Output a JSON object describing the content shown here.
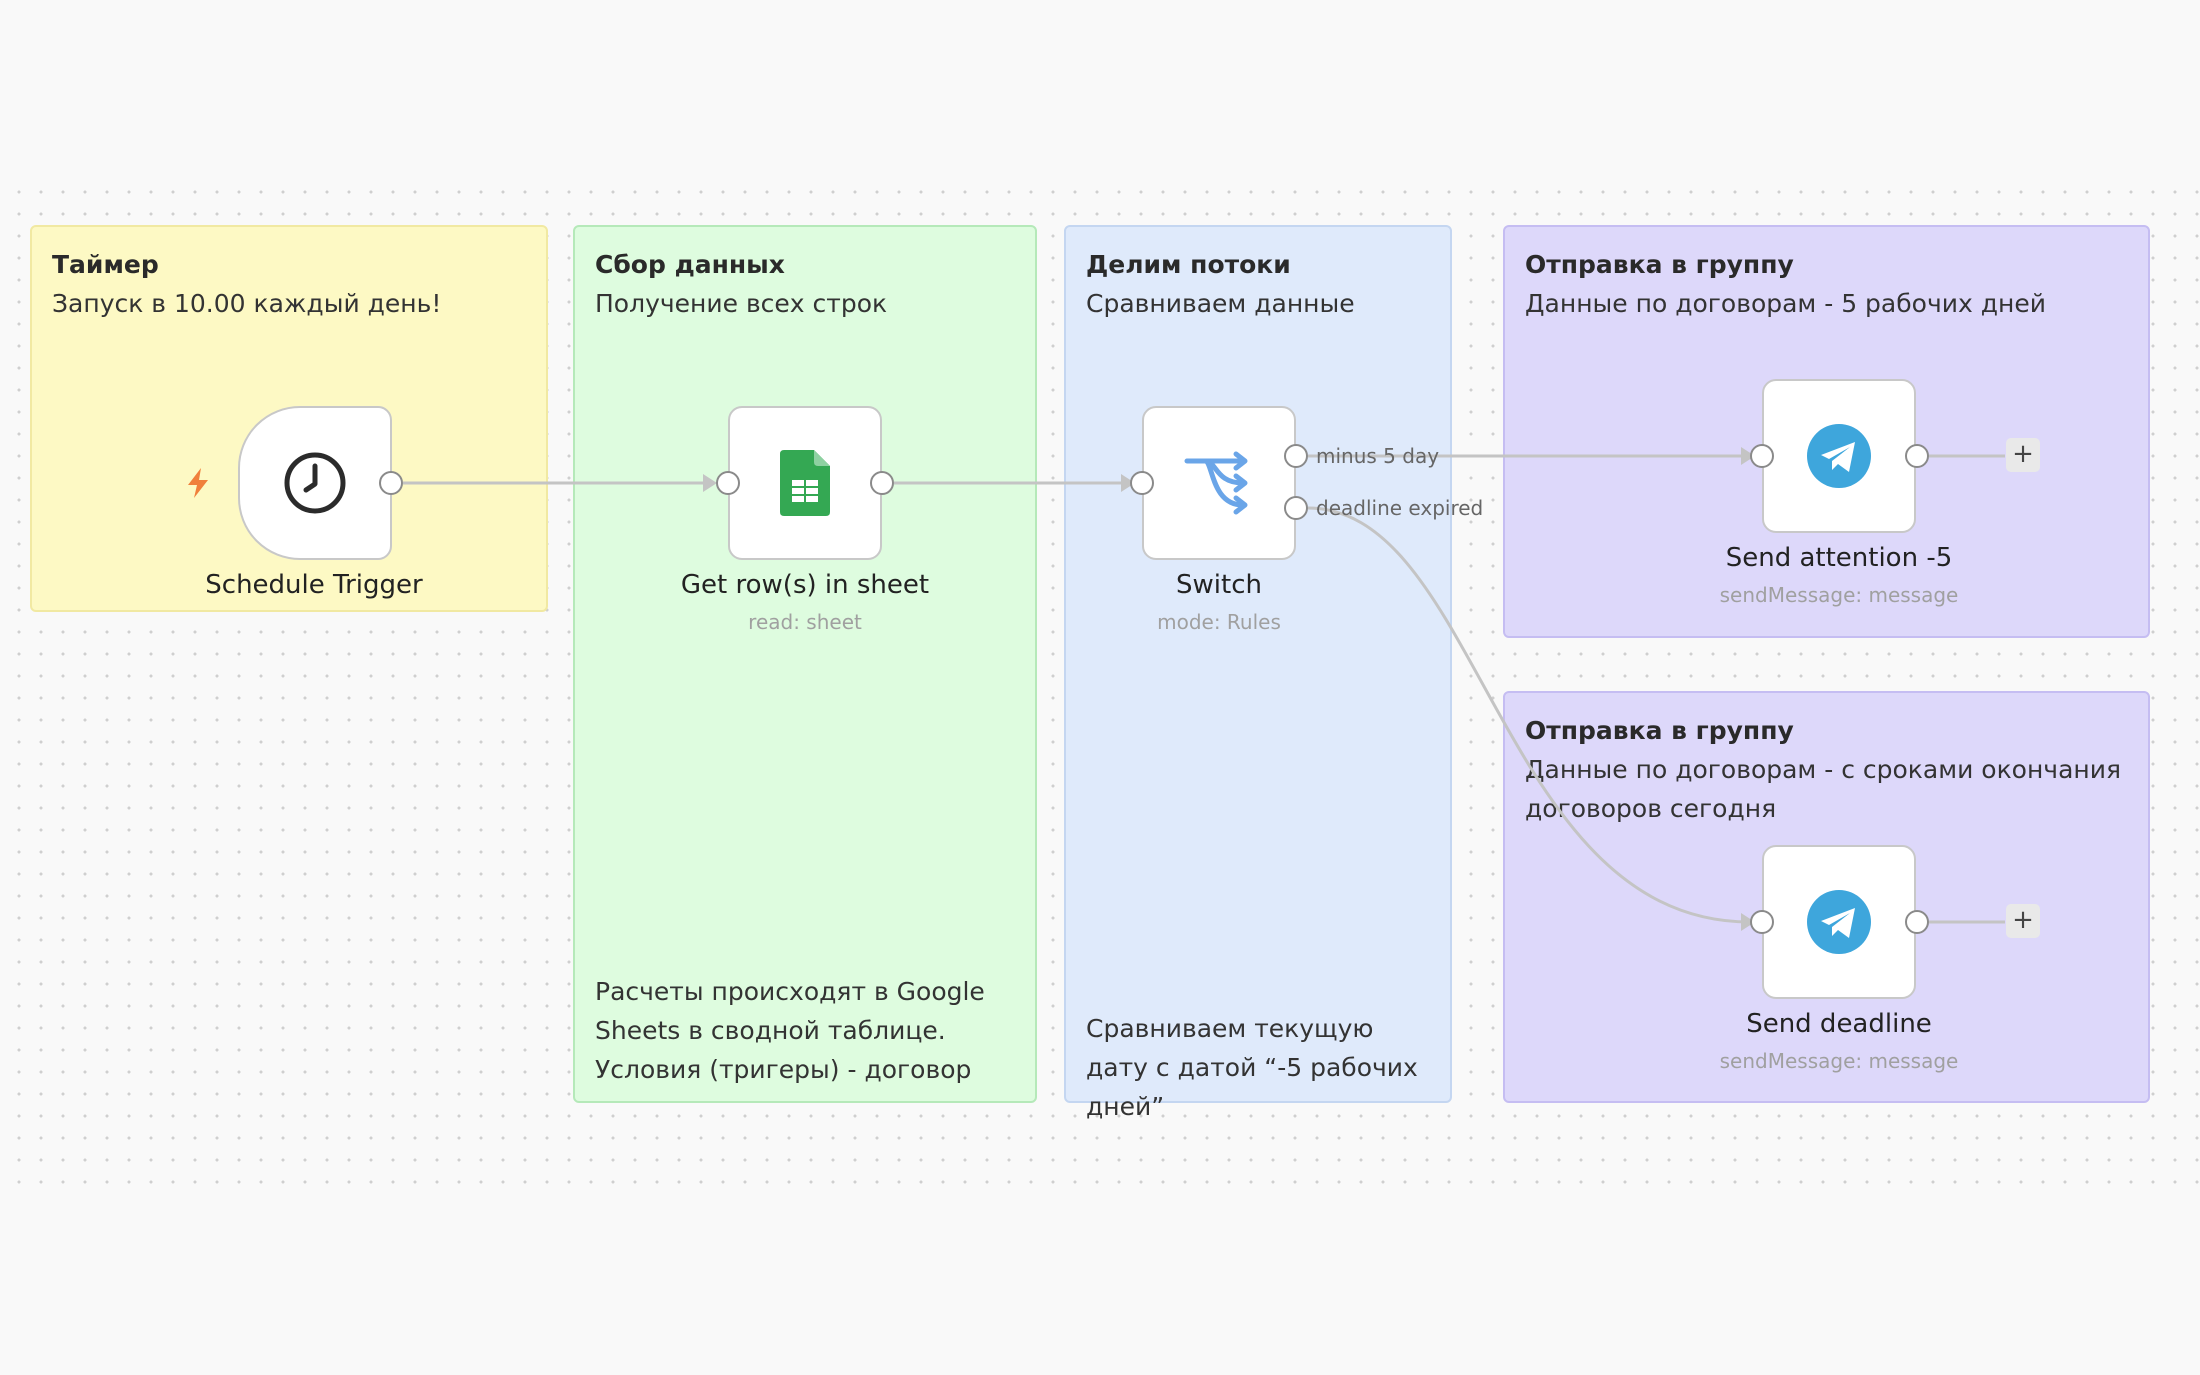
{
  "stickies": {
    "timer": {
      "title": "Таймер",
      "subtitle": "Запуск в 10.00 каждый день!"
    },
    "data": {
      "title": "Сбор данных",
      "subtitle": "Получение всех строк",
      "note": "Расчеты происходят в Google Sheets в сводной таблице. Условия (тригеры) - договор"
    },
    "switch": {
      "title": "Делим потоки",
      "subtitle": "Сравниваем данные",
      "note": "Сравниваем текущую дату с датой “-5 рабочих дней”"
    },
    "tg1": {
      "title": "Отправка в группу",
      "subtitle": "Данные по договорам - 5 рабочих дней"
    },
    "tg2": {
      "title": "Отправка в группу",
      "subtitle": "Данные по договорам - с сроками окончания договоров сегодня"
    }
  },
  "nodes": {
    "schedule": {
      "label": "Schedule Trigger",
      "icon": "clock-icon"
    },
    "sheets": {
      "label": "Get row(s) in sheet",
      "sub": "read: sheet",
      "icon": "google-sheets-icon"
    },
    "switch": {
      "label": "Switch",
      "sub": "mode: Rules",
      "icon": "switch-branches-icon",
      "outputs": [
        "minus 5 day",
        "deadline expired"
      ]
    },
    "attention": {
      "label": "Send attention -5",
      "sub": "sendMessage: message",
      "icon": "telegram-icon"
    },
    "deadline": {
      "label": "Send deadline",
      "sub": "sendMessage: message",
      "icon": "telegram-icon"
    }
  },
  "add_node_symbol": "+",
  "colors": {
    "timer_bg": "#fdf9c4",
    "data_bg": "#defcdf",
    "switch_bg": "#dfeafb",
    "telegram_bg": "#ddd8fa",
    "trigger_bolt": "#f0803c",
    "sheets_green": "#34a853",
    "switch_blue": "#6aa5e8",
    "telegram_blue": "#3ea6dc"
  }
}
